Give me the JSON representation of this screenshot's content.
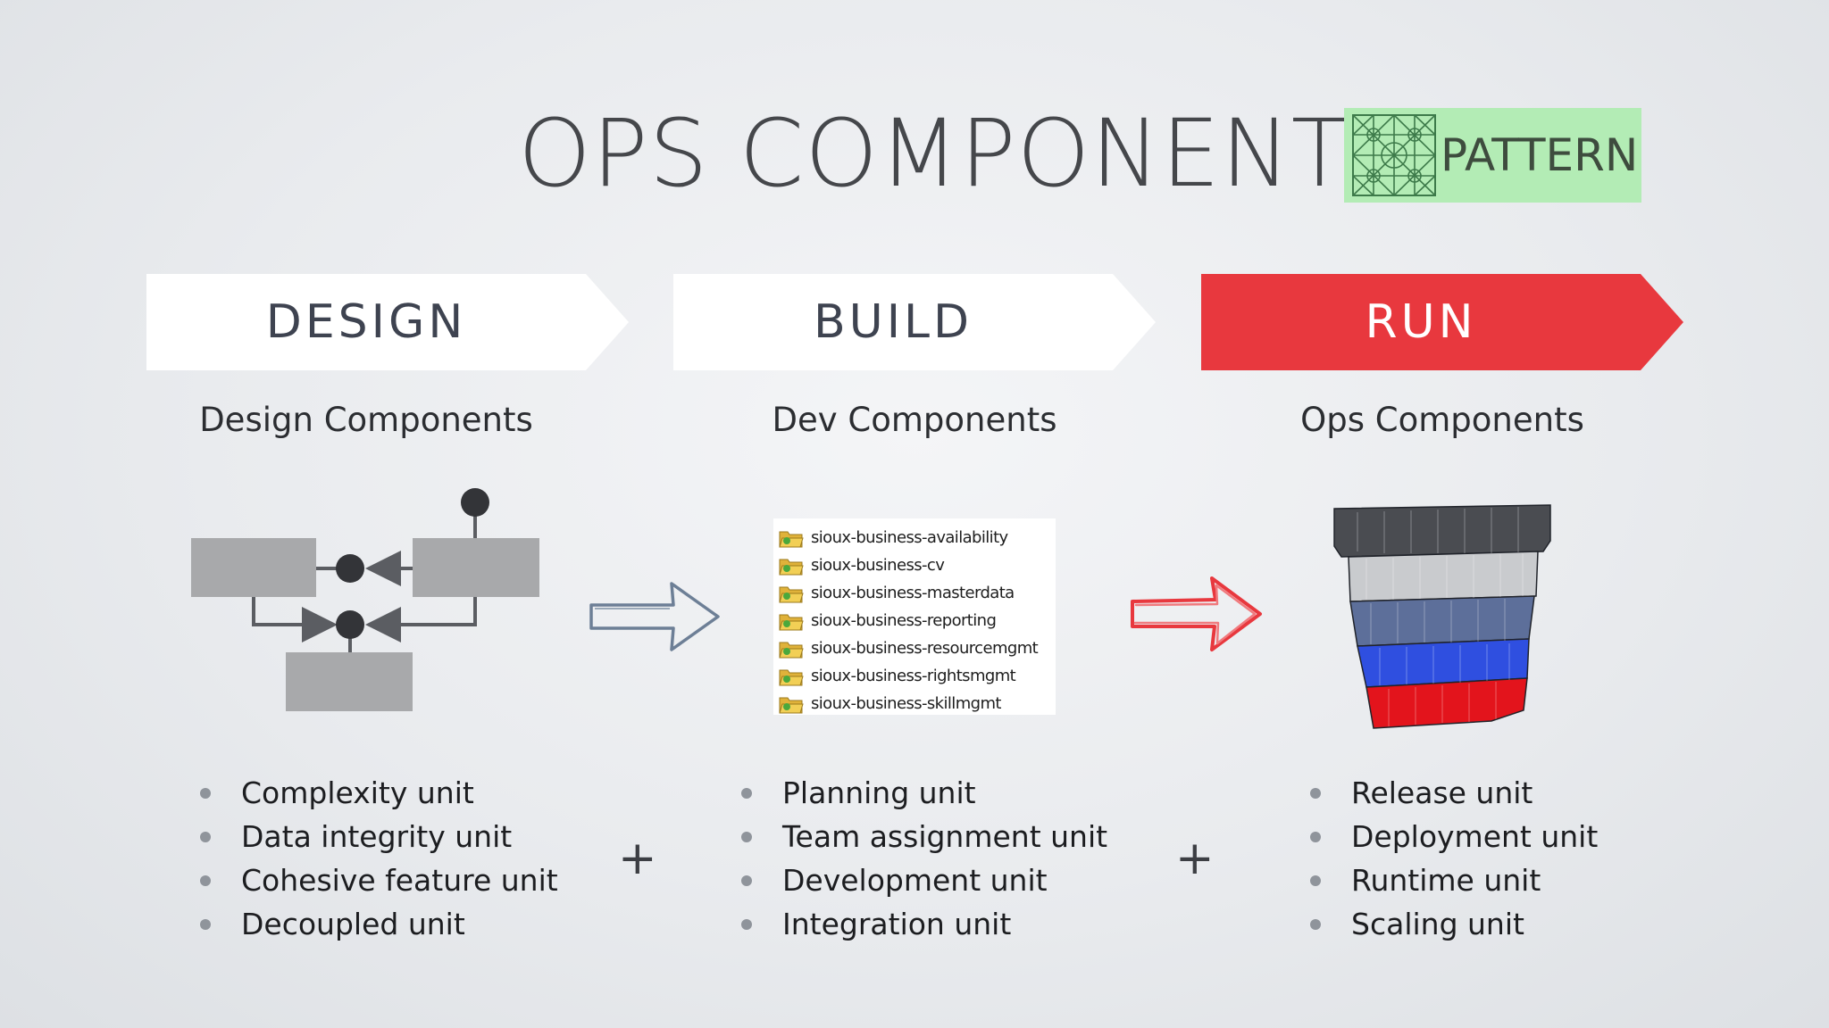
{
  "title": "OPS COMPONENT",
  "badge": {
    "label": "PATTERN",
    "background": "#b3ecb5"
  },
  "stages": [
    {
      "label": "DESIGN",
      "color": "#ffffff"
    },
    {
      "label": "BUILD",
      "color": "#ffffff"
    },
    {
      "label": "RUN",
      "color": "#e8383e"
    }
  ],
  "columns": [
    {
      "heading": "Design Components",
      "bullets": [
        "Complexity unit",
        "Data integrity unit",
        "Cohesive feature unit",
        "Decoupled unit"
      ]
    },
    {
      "heading": "Dev Components",
      "repos": [
        "sioux-business-availability",
        "sioux-business-cv",
        "sioux-business-masterdata",
        "sioux-business-reporting",
        "sioux-business-resourcemgmt",
        "sioux-business-rightsmgmt",
        "sioux-business-skillmgmt"
      ],
      "bullets": [
        "Planning unit",
        "Team assignment unit",
        "Development unit",
        "Integration unit"
      ]
    },
    {
      "heading": "Ops Components",
      "bullets": [
        "Release unit",
        "Deployment unit",
        "Runtime unit",
        "Scaling unit"
      ]
    }
  ],
  "separators": [
    "+",
    "+"
  ],
  "icons": {
    "badge": "lattice-pattern-icon",
    "repo": "folder-icon",
    "arrow_build": "outline-right-arrow-icon",
    "arrow_run": "sketch-right-arrow-icon",
    "run_image": "stacked-containers-image"
  },
  "container_colors": [
    "#4a4c51",
    "#c9cbce",
    "#5d6f9a",
    "#2f4fe0",
    "#e3141c"
  ]
}
